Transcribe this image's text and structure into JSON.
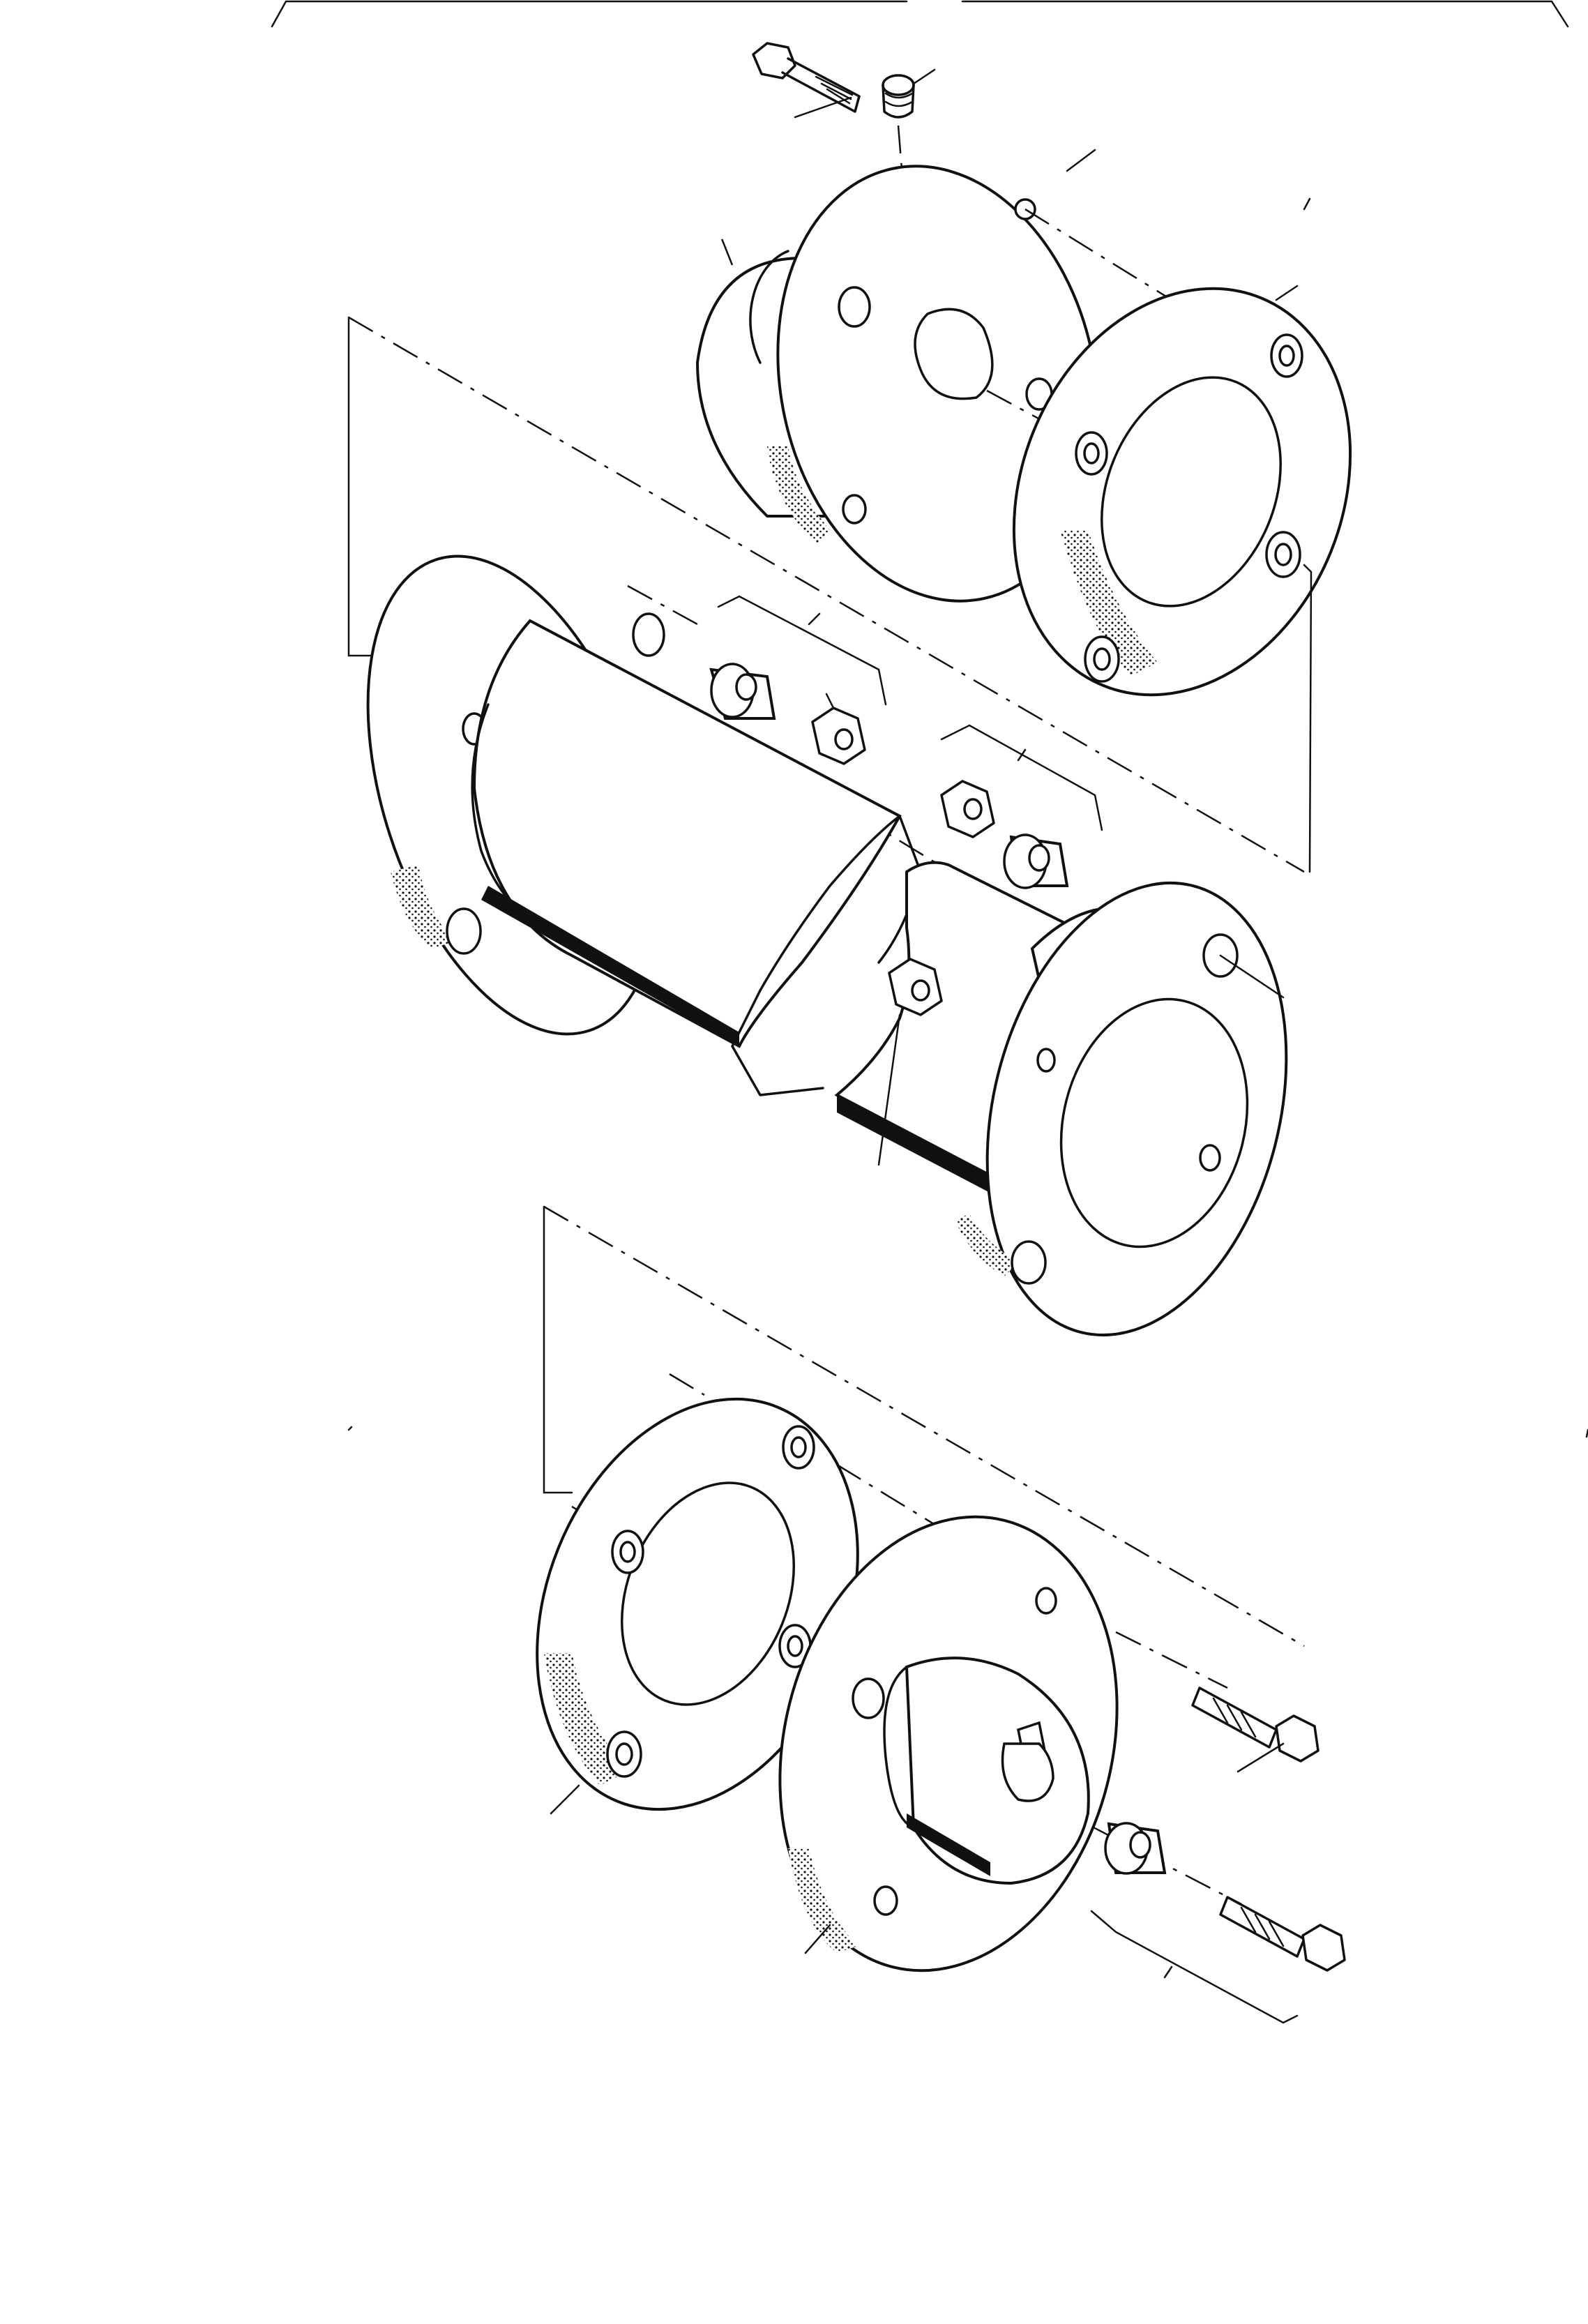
{
  "diagram": {
    "kind": "exploded-view line drawing",
    "colors": {
      "ink": "#111111",
      "paper": "#ffffff"
    },
    "parts": [
      {
        "id": "top-bolt"
      },
      {
        "id": "grease-nipple"
      },
      {
        "id": "upper-hub-flange"
      },
      {
        "id": "upper-spacer-ring"
      },
      {
        "id": "tube-left-flange"
      },
      {
        "id": "tube-right-flange"
      },
      {
        "id": "upper-bushes-and-nuts"
      },
      {
        "id": "middle-bushes-and-nuts"
      },
      {
        "id": "tube-nut"
      },
      {
        "id": "lower-spacer-ring"
      },
      {
        "id": "lower-hub-flange"
      },
      {
        "id": "lower-bolt-upper"
      },
      {
        "id": "lower-bolt-lower"
      },
      {
        "id": "lower-bush"
      }
    ]
  }
}
